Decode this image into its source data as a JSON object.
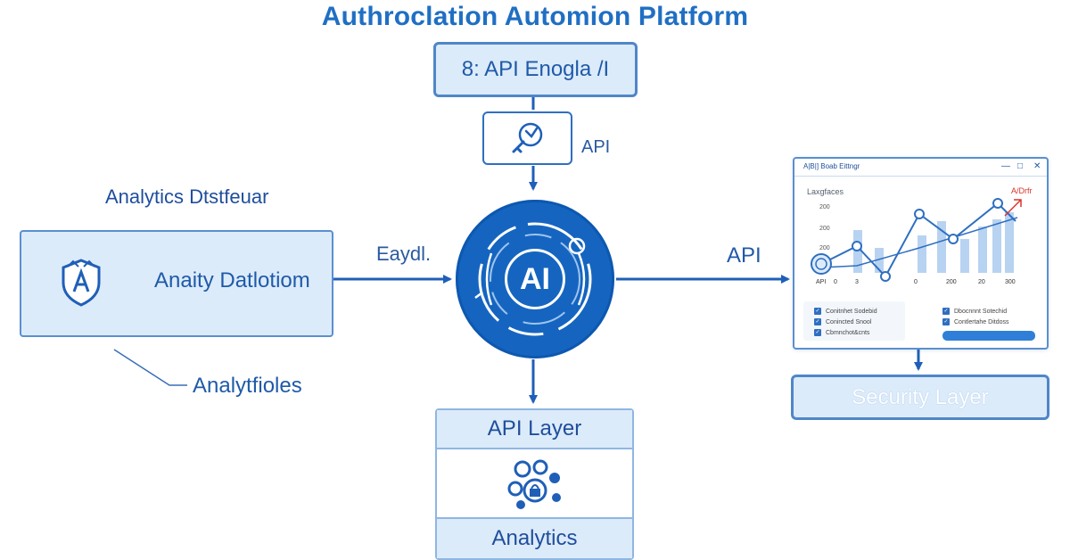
{
  "title": "Authroclation Automion Platform",
  "top_box": {
    "label": "8: API Enogla /I"
  },
  "icon_box": {
    "side_label": "API"
  },
  "center": {
    "label": "AI"
  },
  "left": {
    "heading": "Analytics Dtstfeuar",
    "box_label": "Anaity Datlotiom",
    "flow_label": "Eaydl.",
    "note": "Analytfioles"
  },
  "right": {
    "flow_label": "API",
    "window": {
      "title": "A|B|] Boab Eittngr",
      "controls": [
        "—",
        "□",
        "✕"
      ],
      "subtitle": "Laxgfaces",
      "legend": "A/Drfr",
      "y_ticks": [
        "200",
        "200",
        "200"
      ],
      "x_ticks": [
        "API",
        "0",
        "3",
        "0",
        "200",
        "20",
        "300"
      ],
      "badge": "API",
      "left_list": [
        "Conitnhet Sodebid",
        "Conincted Snool",
        "Cbmnchot&cnts"
      ],
      "right_list": [
        "Dbocnnnt Sotechid",
        "Contlertahe Ditdoss"
      ]
    },
    "security_label": "Security Layer"
  },
  "bottom": {
    "top_label": "API Layer",
    "bottom_label": "Analytics"
  },
  "colors": {
    "primary": "#1565c0",
    "box_fill": "#dcebfa",
    "box_border": "#4f86c8",
    "text": "#1f4e9c",
    "accent_red": "#d9342b"
  }
}
